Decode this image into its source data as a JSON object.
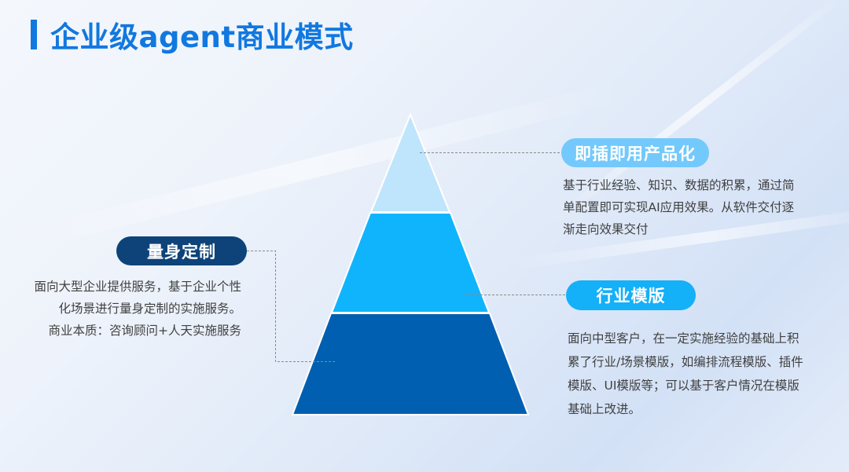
{
  "title": "企业级agent商业模式",
  "colors": {
    "accent": "#1178e0",
    "tier_top": "#bee5fb",
    "tier_mid": "#10b4fd",
    "tier_bottom": "#005fb0",
    "pill_top": "#73c9fb",
    "pill_mid": "#14b0f8",
    "pill_bottom": "#0d4379",
    "text": "#404040",
    "connector": "#8a8a8a"
  },
  "pyramid": {
    "tiers": [
      {
        "position": "top",
        "label": "即插即用产品化"
      },
      {
        "position": "middle",
        "label": "行业模版"
      },
      {
        "position": "bottom",
        "label": "量身定制"
      }
    ]
  },
  "callouts": {
    "top": {
      "label": "即插即用产品化",
      "lines": [
        "基于行业经验、知识、数据的积累，通过简",
        "单配置即可实现AI应用效果。从软件交付逐",
        "渐走向效果交付"
      ]
    },
    "middle": {
      "label": "行业模版",
      "lines": [
        "面向中型客户，在一定实施经验的基础上积",
        "累了行业/场景模版，如编排流程模版、插件",
        "模版、UI模版等；可以基于客户情况在模版",
        "基础上改进。"
      ]
    },
    "bottom": {
      "label": "量身定制",
      "lines": [
        "面向大型企业提供服务，基于企业个性",
        "化场景进行量身定制的实施服务。",
        "商业本质：咨询顾问+人天实施服务"
      ]
    }
  }
}
